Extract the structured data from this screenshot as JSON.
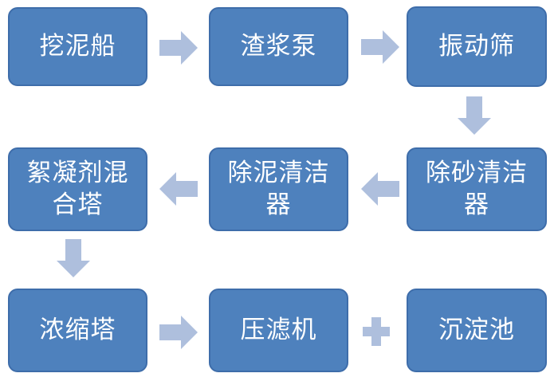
{
  "diagram": {
    "type": "process-flowchart",
    "nodes": [
      {
        "id": "dredger",
        "label": "挖泥船"
      },
      {
        "id": "slurry-pump",
        "label": "渣浆泵"
      },
      {
        "id": "vibrating-screen",
        "label": "振动筛"
      },
      {
        "id": "flocculant-mixing-tower",
        "label": "絮凝剂混合塔"
      },
      {
        "id": "mud-removal-cleaner",
        "label": "除泥清洁器"
      },
      {
        "id": "sand-removal-cleaner",
        "label": "除砂清洁器"
      },
      {
        "id": "thickening-tower",
        "label": "浓缩塔"
      },
      {
        "id": "filter-press",
        "label": "压滤机"
      },
      {
        "id": "sedimentation-pond",
        "label": "沉淀池"
      }
    ],
    "connectors": [
      {
        "from": "dredger",
        "to": "slurry-pump",
        "glyph": "arrow-right"
      },
      {
        "from": "slurry-pump",
        "to": "vibrating-screen",
        "glyph": "arrow-right"
      },
      {
        "from": "vibrating-screen",
        "to": "sand-removal-cleaner",
        "glyph": "arrow-down"
      },
      {
        "from": "sand-removal-cleaner",
        "to": "mud-removal-cleaner",
        "glyph": "arrow-left"
      },
      {
        "from": "mud-removal-cleaner",
        "to": "flocculant-mixing-tower",
        "glyph": "arrow-left"
      },
      {
        "from": "flocculant-mixing-tower",
        "to": "thickening-tower",
        "glyph": "arrow-down"
      },
      {
        "from": "thickening-tower",
        "to": "filter-press",
        "glyph": "arrow-right"
      },
      {
        "from": "filter-press",
        "to": "sedimentation-pond",
        "glyph": "plus"
      }
    ]
  },
  "colors": {
    "background": "#ffffff",
    "node_fill": "#4e81bd",
    "node_border": "#3e6daa",
    "node_text": "#ffffff",
    "arrow": "#aebfdd"
  }
}
